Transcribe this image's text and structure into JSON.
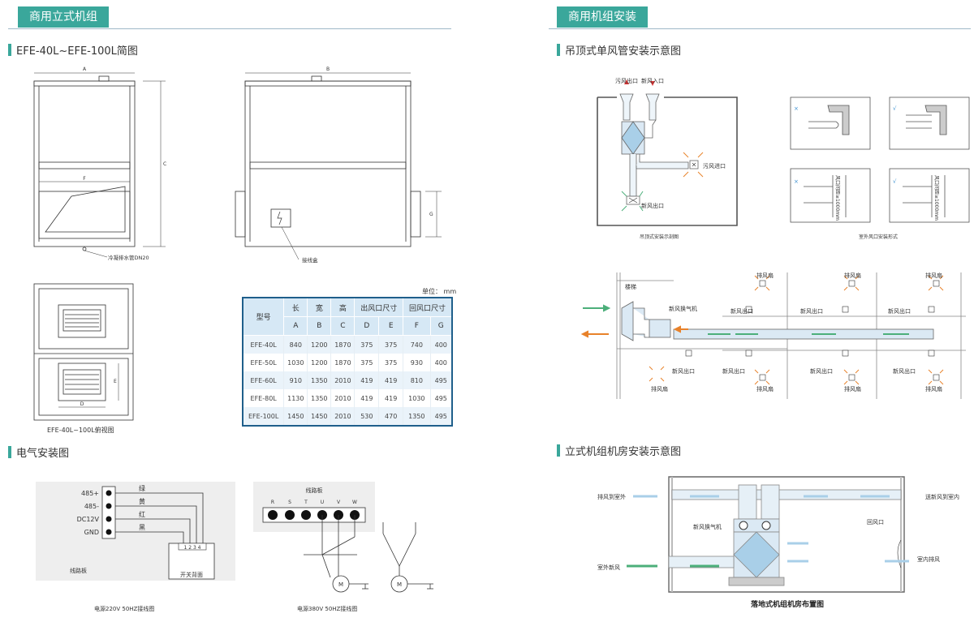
{
  "left": {
    "tab": "商用立式机组",
    "section1": "EFE-40L~EFE-100L简图",
    "dims": {
      "a": "A",
      "b": "B",
      "c": "C",
      "f": "F",
      "g": "G",
      "d": "D",
      "e": "E"
    },
    "drain_label": "冷凝排水管DN20",
    "junction_label": "接线盒",
    "top_view_caption": "EFE-40L~100L俯视图",
    "table": {
      "unit": "单位： mm",
      "headers": [
        "型号",
        "长",
        "宽",
        "高",
        "出风口尺寸",
        "回风口尺寸"
      ],
      "subheaders": [
        "A",
        "B",
        "C",
        "D",
        "E",
        "F",
        "G"
      ],
      "rows": [
        [
          "EFE-40L",
          "840",
          "1200",
          "1870",
          "375",
          "375",
          "740",
          "400"
        ],
        [
          "EFE-50L",
          "1030",
          "1200",
          "1870",
          "375",
          "375",
          "930",
          "400"
        ],
        [
          "EFE-60L",
          "910",
          "1350",
          "2010",
          "419",
          "419",
          "810",
          "495"
        ],
        [
          "EFE-80L",
          "1130",
          "1350",
          "2010",
          "419",
          "419",
          "1030",
          "495"
        ],
        [
          "EFE-100L",
          "1450",
          "1450",
          "2010",
          "530",
          "470",
          "1350",
          "495"
        ]
      ]
    },
    "section2": "电气安装图",
    "elec1": {
      "terminals": [
        "485+",
        "485-",
        "DC12V",
        "GND"
      ],
      "wires": [
        "绿",
        "黄",
        "红",
        "黑"
      ],
      "board": "线路板",
      "panel": "开关背面",
      "panel_pins": "1 2 3 4",
      "caption": "电源220V 50HZ接线图"
    },
    "elec2": {
      "board": "线路板",
      "terminals": [
        "R",
        "S",
        "T",
        "U",
        "V",
        "W"
      ],
      "motor": "M",
      "caption": "电源380V 50HZ接线图"
    }
  },
  "right": {
    "tab": "商用机组安装",
    "section1": "吊顶式单风管安装示意图",
    "ceiling": {
      "exhaust_out": "污风出口",
      "fresh_in": "新风入口",
      "exhaust_in": "污风进口",
      "fresh_out": "新风出口",
      "caption": "吊顶式安装示剖图"
    },
    "outlet": {
      "dist_label": "风口间距≥1000mm",
      "caption": "室外风口安装形式",
      "bad": "×",
      "good": "√"
    },
    "floor": {
      "stairs": "楼梯",
      "unit": "新风换气机",
      "fresh_out": "新风出口",
      "exhaust_fan": "排风扇"
    },
    "section2": "立式机组机房安装示意图",
    "room": {
      "exhaust_out": "排风到室外",
      "fresh_in_room": "送新风到室内",
      "unit": "新风换气机",
      "return": "回风口",
      "outdoor_fresh": "室外新风",
      "indoor_exhaust": "室内排风",
      "caption": "落地式机组机房布置图"
    }
  },
  "colors": {
    "accent": "#3aa79b",
    "arrow_green": "#4caf7a",
    "arrow_orange": "#e8822a",
    "arrow_light": "#a9cfe8",
    "table_border": "#1f5f8b"
  }
}
